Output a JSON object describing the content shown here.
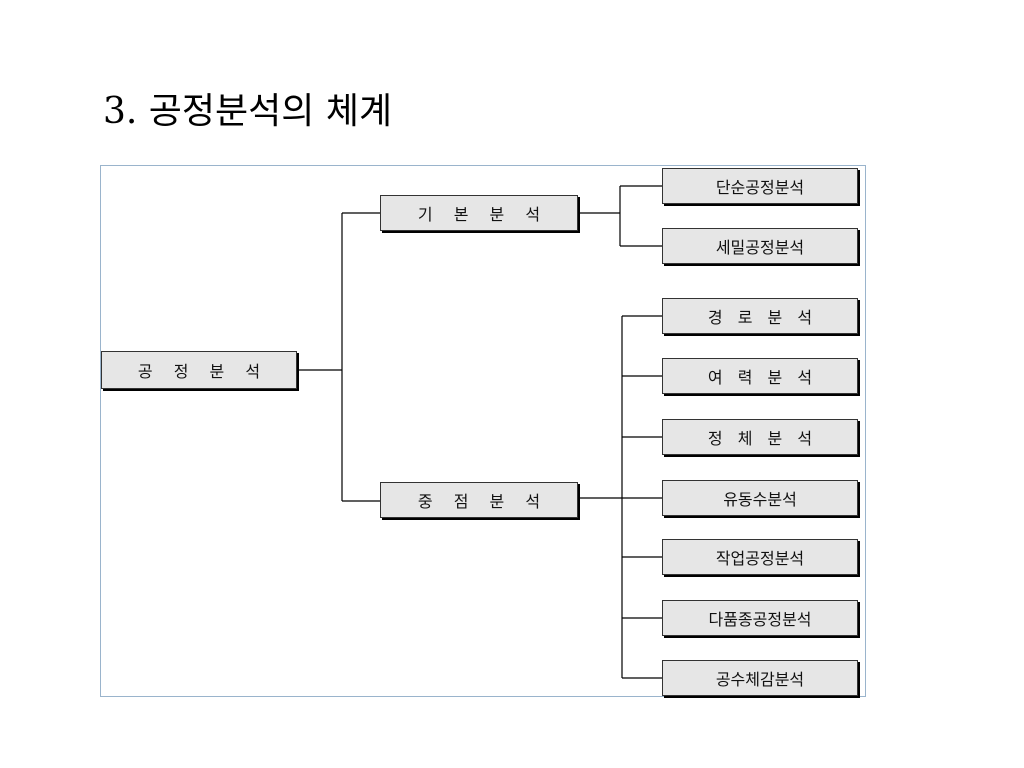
{
  "slide": {
    "title": "3. 공정분석의 체계"
  },
  "diagram": {
    "root": {
      "label": "공 정 분 석"
    },
    "branches": [
      {
        "label": "기 본 분 석",
        "children": [
          "단순공정분석",
          "세밀공정분석"
        ]
      },
      {
        "label": "중 점 분 석",
        "children": [
          "경 로 분 석",
          "여 력 분 석",
          "정 체 분 석",
          "유동수분석",
          "작업공정분석",
          "다품종공정분석",
          "공수체감분석"
        ]
      }
    ]
  }
}
